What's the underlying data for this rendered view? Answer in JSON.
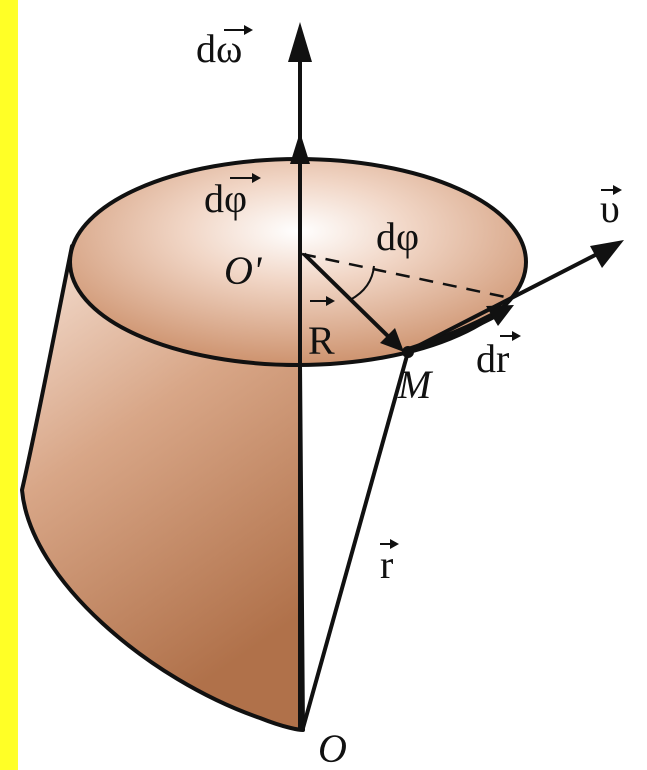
{
  "labels": {
    "d_omega": "dω",
    "d_phi_vec": "dφ",
    "d_phi": "dφ",
    "o_prime": "O'",
    "r_cap": "R",
    "m_point": "M",
    "d_r": "dr",
    "v": "υ",
    "r_small": "r",
    "o": "O"
  },
  "colors": {
    "ink": "#111111",
    "body_light": "#f8e8de",
    "body_mid": "#d9a686",
    "body_dark": "#b0714a",
    "frame_left": "#ffff26"
  }
}
